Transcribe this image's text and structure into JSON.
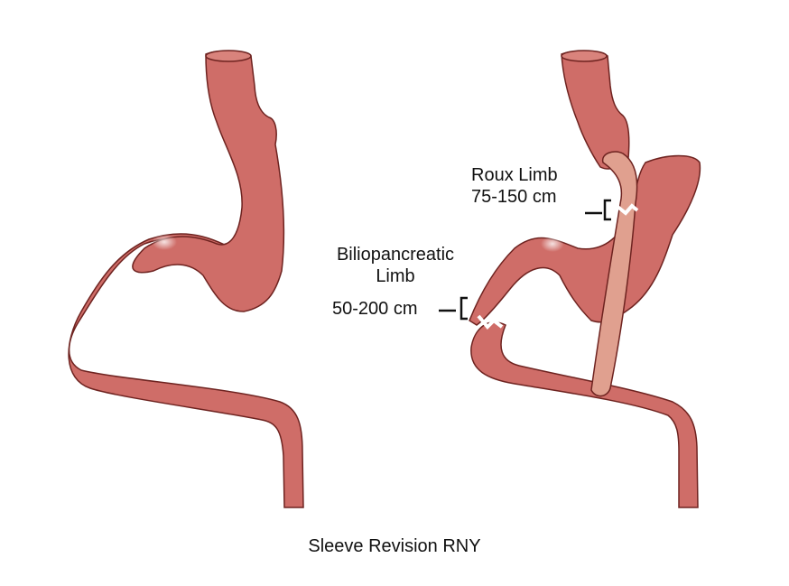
{
  "caption": "Sleeve Revision RNY",
  "colors": {
    "tissue": "#cf6d68",
    "tissue_dark": "#b8524e",
    "outline": "#6e2320",
    "roux_limb": "#e0a08f",
    "highlight": "#f6d3cf"
  },
  "labels": {
    "roux": {
      "line1": "Roux Limb",
      "line2": "75-150 cm"
    },
    "bp": {
      "line1": "Biliopancreatic",
      "line2": "Limb",
      "line3": "50-200 cm"
    }
  }
}
